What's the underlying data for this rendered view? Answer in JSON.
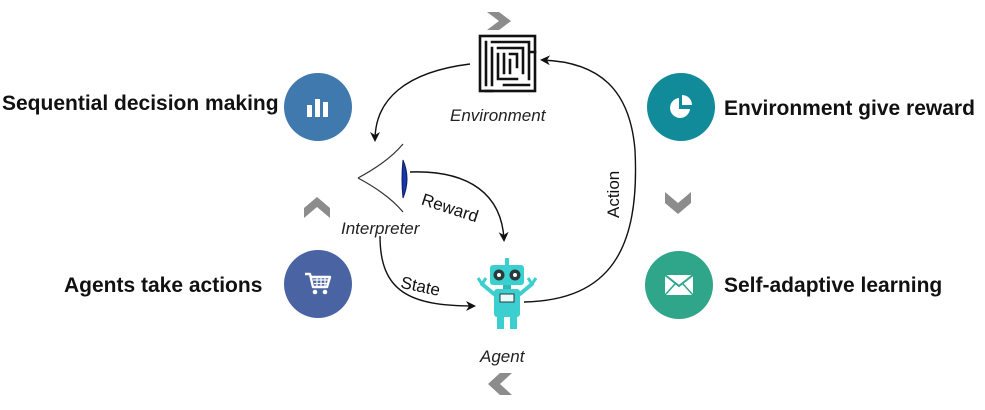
{
  "colors": {
    "circle_sequential": "#3f79ad",
    "circle_actions": "#4a63a3",
    "circle_reward": "#118a9a",
    "circle_learning": "#2fa58a",
    "chevron": "#8c8c8c",
    "robot": "#3ccfcf"
  },
  "steps": [
    {
      "label": "Sequential decision making",
      "icon": "bar-chart-icon"
    },
    {
      "label": "Environment give reward",
      "icon": "pie-chart-icon"
    },
    {
      "label": "Self-adaptive learning",
      "icon": "envelope-icon"
    },
    {
      "label": "Agents take actions",
      "icon": "shopping-cart-icon"
    }
  ],
  "loop": {
    "environment": "Environment",
    "interpreter": "Interpreter",
    "agent": "Agent",
    "reward": "Reward",
    "state": "State",
    "action": "Action"
  }
}
